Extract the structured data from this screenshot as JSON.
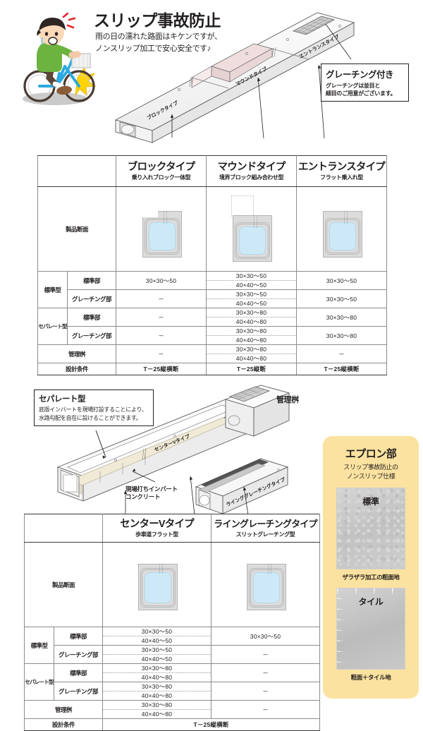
{
  "hero": {
    "title": "スリップ事故防止",
    "sub_line1": "雨の日の濡れた路面はキケンですが、",
    "sub_line2": "ノンスリップ加工で安心安全です♪",
    "pipe_labels": {
      "block": "ブロックタイプ",
      "mound": "マウンドタイプ",
      "entrance": "エントランスタイプ"
    },
    "grating_callout": {
      "title": "グレーチング付き",
      "line1": "グレーチングは並目と",
      "line2": "細目のご用意がございます。"
    }
  },
  "table1": {
    "row_header_blank": "",
    "columns": [
      {
        "main": "ブロックタイプ",
        "sub": "乗り入れブロック一体型"
      },
      {
        "main": "マウンドタイプ",
        "sub": "境界ブロック組み合わせ型"
      },
      {
        "main": "エントランスタイプ",
        "sub": "フラット乗入れ型"
      }
    ],
    "section_row_label": "製品断面",
    "groups": [
      {
        "label": "標準型",
        "rows": [
          {
            "label": "標準部",
            "values": [
              [
                "30×30〜50"
              ],
              [
                "30×30〜50",
                "40×40〜50"
              ],
              [
                "30×30〜50"
              ]
            ]
          },
          {
            "label": "グレーチング部",
            "values": [
              [
                "－"
              ],
              [
                "30×30〜50",
                "40×40〜50"
              ],
              [
                "30×30〜50"
              ]
            ]
          }
        ]
      },
      {
        "label": "セパレート型",
        "rows": [
          {
            "label": "標準部",
            "values": [
              [
                "－"
              ],
              [
                "30×30〜80",
                "40×40〜80"
              ],
              [
                "30×30〜80"
              ]
            ]
          },
          {
            "label": "グレーチング部",
            "values": [
              [
                "－"
              ],
              [
                "30×30〜80",
                "40×40〜80"
              ],
              [
                "30×30〜80"
              ]
            ]
          }
        ]
      }
    ],
    "kanri": {
      "label": "管理桝",
      "values": [
        [
          "－"
        ],
        [
          "30×30〜80",
          "40×40〜80"
        ],
        [
          "－"
        ]
      ]
    },
    "design": {
      "label": "設計条件",
      "values": [
        "T－25縦横断",
        "T－25縦断",
        "T－25縦横断"
      ]
    }
  },
  "mid": {
    "separate_callout": {
      "title": "セパレート型",
      "line1": "底版インバートを現場打設することにより、",
      "line2": "水路勾配を自在に設けることができます。"
    },
    "kanri_label": "管理桝",
    "invert_label_line1": "現場打ちインバート",
    "invert_label_line2": "コンクリート",
    "pipe_labels": {
      "centerv": "センターVタイプ",
      "line_grating": "ラインググレーチングタイプ"
    }
  },
  "table2": {
    "columns": [
      {
        "main": "センターVタイプ",
        "sub": "歩車道フラット型"
      },
      {
        "main": "ライングレーチングタイプ",
        "sub": "スリットグレーチング型"
      }
    ],
    "section_row_label": "製品断面",
    "groups": [
      {
        "label": "標準型",
        "rows": [
          {
            "label": "標準部",
            "values": [
              [
                "30×30〜50",
                "40×40〜50"
              ],
              [
                "30×30〜50"
              ]
            ]
          },
          {
            "label": "グレーチング部",
            "values": [
              [
                "30×30〜50",
                "40×40〜50"
              ],
              [
                "－"
              ]
            ]
          }
        ]
      },
      {
        "label": "セパレート型",
        "rows": [
          {
            "label": "標準部",
            "values": [
              [
                "30×30〜80",
                "40×40〜80"
              ],
              [
                "－"
              ]
            ]
          },
          {
            "label": "グレーチング部",
            "values": [
              [
                "30×30〜80",
                "40×40〜80"
              ],
              [
                "－"
              ]
            ]
          }
        ]
      }
    ],
    "kanri": {
      "label": "管理桝",
      "values": [
        [
          "30×30〜80",
          "40×40〜80"
        ],
        [
          "－"
        ]
      ]
    },
    "design": {
      "label": "設計条件",
      "value": "T－25縦横断"
    }
  },
  "apron": {
    "title": "エプロン部",
    "sub_line1": "スリップ事故防止の",
    "sub_line2": "ノンスリップ仕様",
    "items": [
      {
        "label": "標準",
        "caption": "ザラザラ加工の粗面地"
      },
      {
        "label": "タイル",
        "caption": "粗面＋タイル地"
      }
    ]
  },
  "colors": {
    "concrete": "#dcdcdc",
    "water": "#cde9f7",
    "apron_bg": "#fbe2a0",
    "ink": "#231f20",
    "shirt": "#6cb33f",
    "bike": "#2aa9e0",
    "flash": "#ffd400"
  }
}
